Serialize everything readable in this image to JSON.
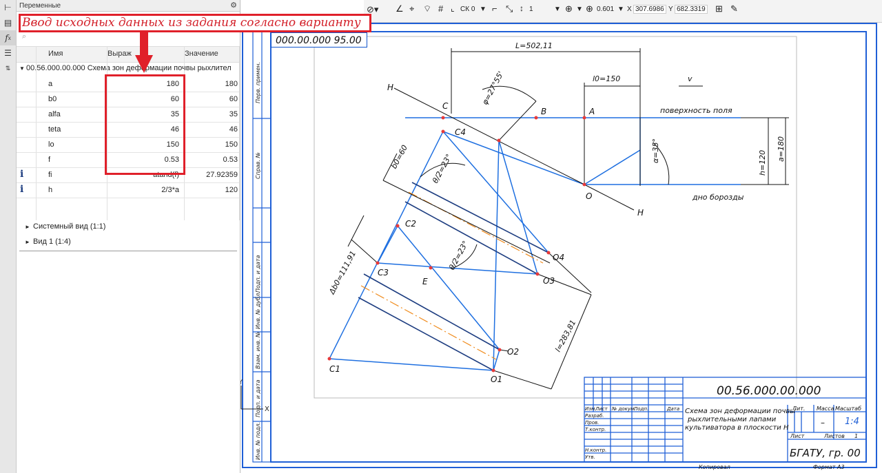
{
  "panel": {
    "title": "Переменные"
  },
  "banner": {
    "text": "Ввод исходных данных из задания согласно варианту"
  },
  "grid": {
    "columns": [
      "Имя",
      "Выраж",
      "Значение"
    ],
    "group": "00.56.000.00.000 Схема зон деформации почвы рыхлител",
    "rows": [
      {
        "name": "a",
        "expr": "180",
        "value": "180",
        "info": false
      },
      {
        "name": "b0",
        "expr": "60",
        "value": "60",
        "info": false
      },
      {
        "name": "alfa",
        "expr": "35",
        "value": "35",
        "info": false
      },
      {
        "name": "teta",
        "expr": "46",
        "value": "46",
        "info": false
      },
      {
        "name": "lo",
        "expr": "150",
        "value": "150",
        "info": false
      },
      {
        "name": "f",
        "expr": "0.53",
        "value": "0.53",
        "info": false
      },
      {
        "name": "fi",
        "expr": "atand(f)",
        "value": "27.92359",
        "info": true
      },
      {
        "name": "h",
        "expr": "2/3*a",
        "value": "120",
        "info": true
      }
    ],
    "info_glyph": "i"
  },
  "views": [
    {
      "label": "Системный вид (1:1)"
    },
    {
      "label": "Вид 1 (1:4)"
    }
  ],
  "toolbar": {
    "cs_label": "СК 0",
    "step_label": "1",
    "zoom_value": "0.601",
    "x_label": "X",
    "x_value": "307.6986",
    "y_label": "Y",
    "y_value": "682.3319"
  },
  "drawing": {
    "doc_tag": "000.00.000 95.00",
    "point_labels": {
      "H1": "H",
      "C": "C",
      "B": "B",
      "A": "A",
      "C4": "C4",
      "O": "O",
      "H2": "H",
      "C2": "C2",
      "E": "E",
      "O4": "O4",
      "O3": "O3",
      "C3": "C3",
      "O2": "O2",
      "C1": "C1",
      "O1": "O1"
    },
    "dims": {
      "L": "L=502,11",
      "l0": "l0=150",
      "v": "v",
      "phi": "φ=27°55'",
      "b0": "b0=60",
      "theta1": "θ/2=23°",
      "theta2": "θ/2=23°",
      "alpha": "α=35°",
      "h": "h=120",
      "a": "a=180",
      "db": "Δb0=111,91",
      "l": "l=283,81"
    },
    "notes": {
      "surface": "поверхность поля",
      "bottom": "дно борозды"
    },
    "side_stamps": [
      "Перв. примен.",
      "Справ. №",
      "Подп. и дата",
      "Инв. № дубл.",
      "Взам. инв. №",
      "Подп. и дата",
      "Инв. № подл."
    ],
    "title_block": {
      "designation": "00.56.000.00.000",
      "title_line1": "Схема зон деформации почвы",
      "title_line2": "рыхлительными лапами",
      "title_line3": "культиватора в плоскости Н",
      "head_izm": "Изм.",
      "head_list": "Лист",
      "head_doc": "№ докум.",
      "head_sign": "Подп.",
      "head_date": "Дата",
      "role_razrab": "Разраб.",
      "role_prov": "Пров.",
      "role_tkontr": "Т.контр.",
      "role_nkontr": "Н.контр.",
      "role_utv": "Утв.",
      "lit_label": "Лит.",
      "mass_label": "Масса",
      "scale_label": "Масштаб",
      "mass_value": "–",
      "scale_value": "1:4",
      "sheet_label": "Лист",
      "sheets_label": "Листов",
      "sheets_value": "1",
      "org": "БГАТУ, гр. 00",
      "copied": "Копировал",
      "format": "Формат А3"
    },
    "axis_x": "X",
    "axis_y": "Y",
    "colors": {
      "frame": "#1f5fd6",
      "construction": "#1e6fe0",
      "centerline": "#f08c1e",
      "point": "#e83a3a",
      "line": "#111111"
    }
  }
}
